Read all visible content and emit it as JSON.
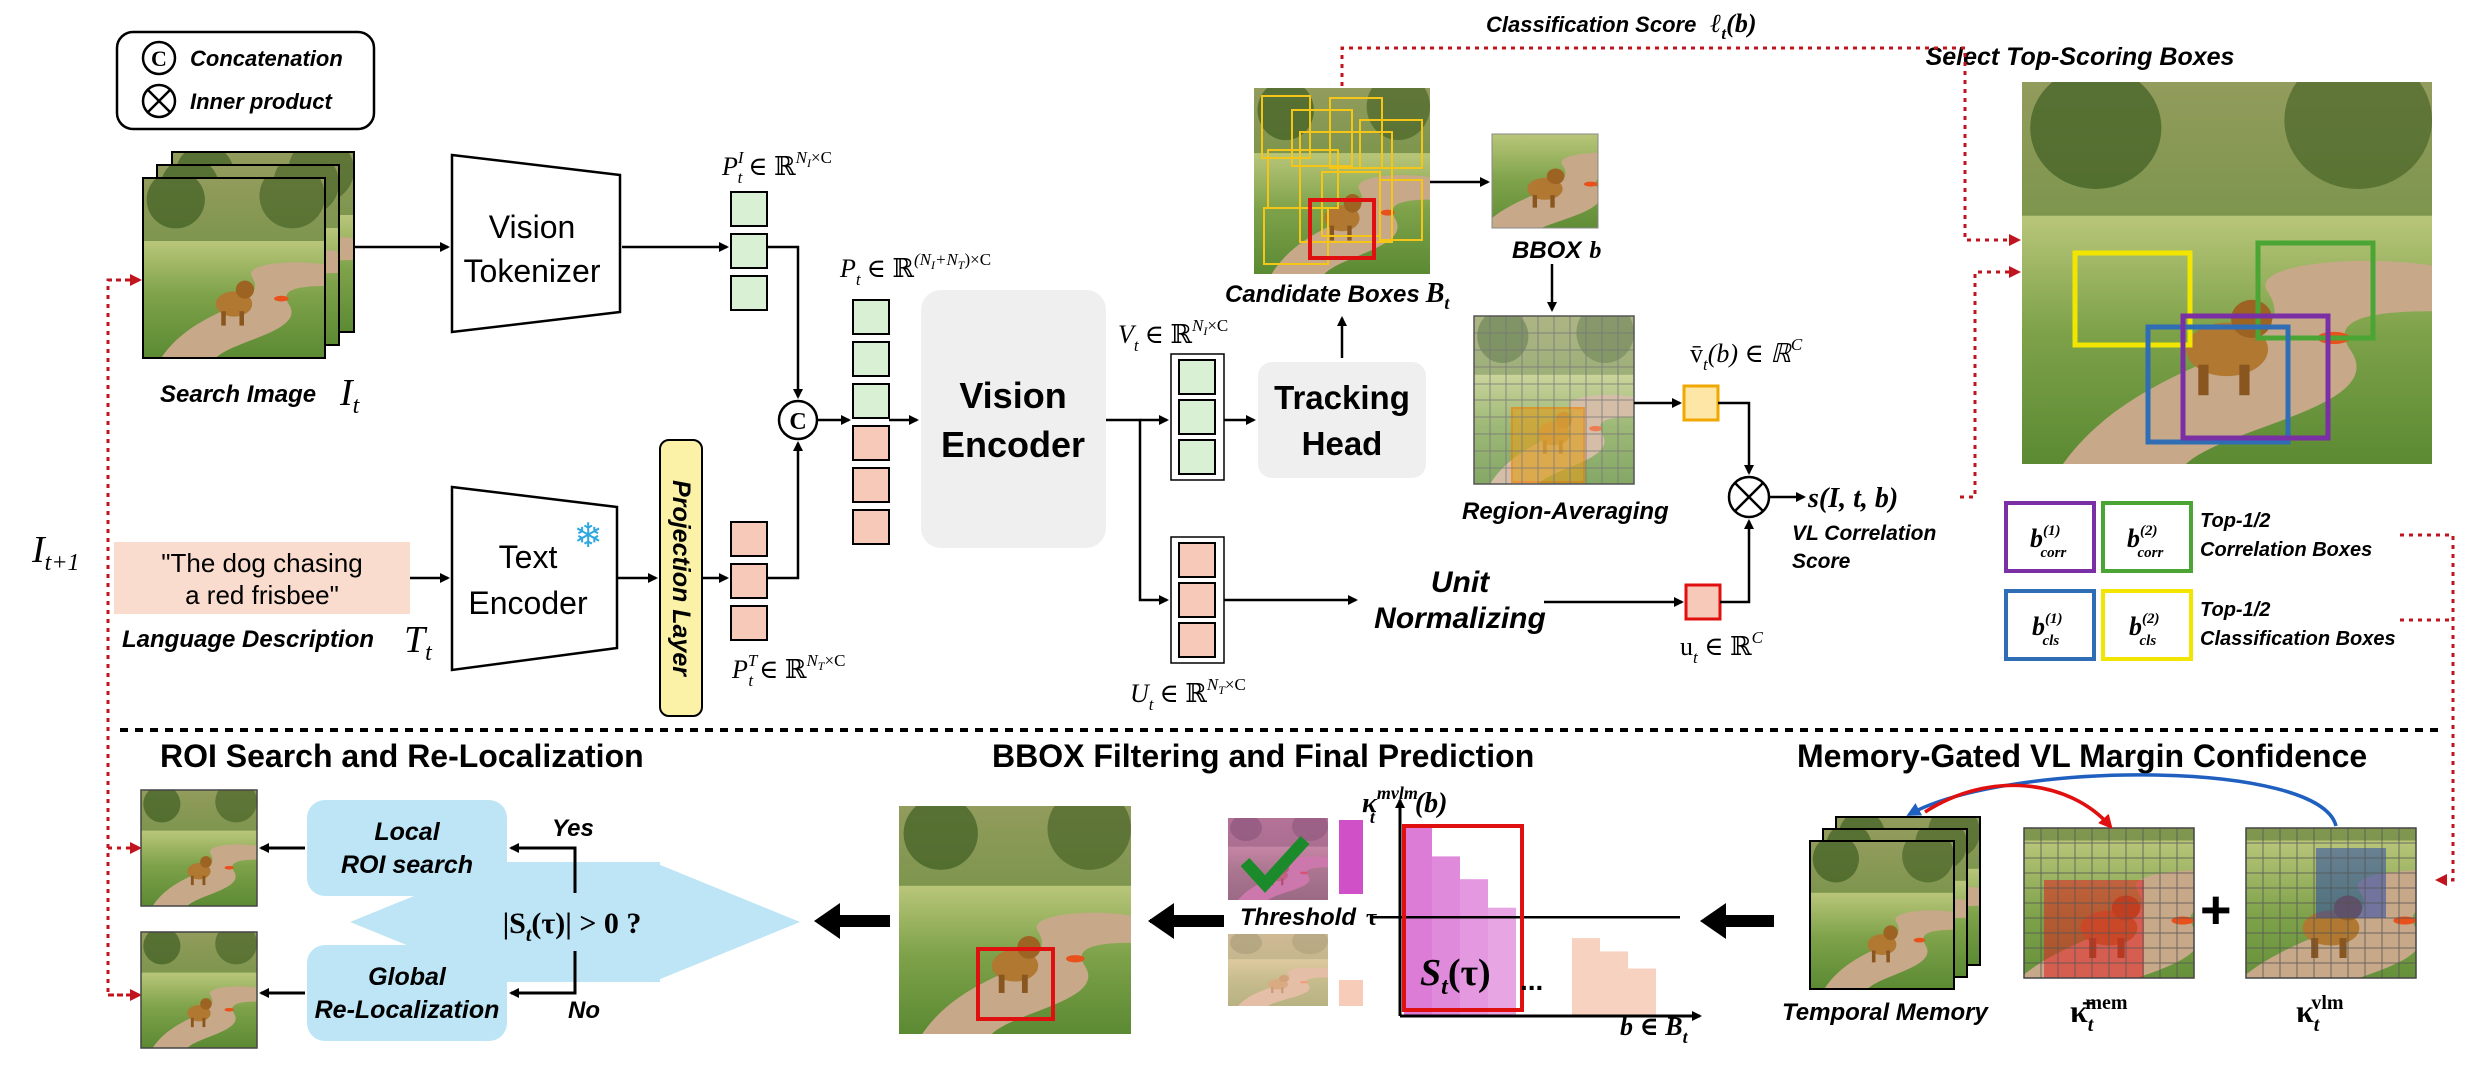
{
  "legend": {
    "concat_symbol": "C",
    "concat_label": "Concatenation",
    "inner_label": "Inner product"
  },
  "inputs": {
    "search_image_label": "Search Image",
    "search_image_var": "I",
    "search_image_sub": "t",
    "next_frame_var": "I",
    "next_frame_sub": "t+1",
    "text_line1": "\"The dog chasing",
    "text_line2": "a red frisbee\"",
    "language_label": "Language Description",
    "text_var": "T",
    "text_sub": "t"
  },
  "modules": {
    "vision_tokenizer_1": "Vision",
    "vision_tokenizer_2": "Tokenizer",
    "text_encoder_1": "Text",
    "text_encoder_2": "Encoder",
    "projection_layer": "Projection Layer",
    "vision_encoder_1": "Vision",
    "vision_encoder_2": "Encoder",
    "tracking_head_1": "Tracking",
    "tracking_head_2": "Head",
    "unit_norm_1": "Unit",
    "unit_norm_2": "Normalizing",
    "concat_symbol": "C"
  },
  "tensors": {
    "p_img": "P",
    "p_img_sup": "I",
    "p_img_sub": "t",
    "p_img_space": "∈ ℝ",
    "p_img_dim": "N",
    "p_img_dim_sub": "I",
    "p_img_dim_c": "×C",
    "p_txt": "P",
    "p_txt_sup": "T",
    "p_txt_sub": "t",
    "p_txt_space": "∈ ℝ",
    "p_txt_dim": "N",
    "p_txt_dim_sub": "T",
    "p_txt_dim_c": "×C",
    "p_all": "P",
    "p_all_sub": "t",
    "p_all_space": "∈ ℝ",
    "p_all_dim1": "(N",
    "p_all_dim1_sub": "I",
    "p_all_dim2": "+N",
    "p_all_dim2_sub": "T",
    "p_all_dim3": ")×C",
    "v": "V",
    "v_sub": "t",
    "v_space": "∈ ℝ",
    "v_dim": "N",
    "v_dim_sub": "I",
    "v_dim_c": "×C",
    "u": "U",
    "u_sub": "t",
    "u_space": "∈ ℝ",
    "u_dim": "N",
    "u_dim_sub": "T",
    "u_dim_c": "×C",
    "vbar": "v̄",
    "vbar_sub": "t",
    "vbar_rest": "(b) ∈ ℝ",
    "vbar_sup": "C",
    "ut": "u",
    "ut_sub": "t",
    "ut_rest": " ∈ ℝ",
    "ut_sup": "C"
  },
  "scores": {
    "cls_label": "Classification Score",
    "cls_var": "ℓ",
    "cls_sub": "t",
    "cls_arg": "(b)",
    "candidate_label": "Candidate Boxes",
    "candidate_var": "B",
    "candidate_sub": "t",
    "bbox_label": "BBOX",
    "bbox_var": "b",
    "region_label": "Region-Averaging",
    "corr_var": "s(I, t, b)",
    "corr_label_1": "VL Correlation",
    "corr_label_2": "Score",
    "select_title": "Select Top-Scoring Boxes"
  },
  "box_legend": {
    "corr1_base": "b",
    "corr1_sup": "(1)",
    "corr1_sub": "corr",
    "corr2_base": "b",
    "corr2_sup": "(2)",
    "corr2_sub": "corr",
    "corr_text_1": "Top-1/2",
    "corr_text_2": "Correlation Boxes",
    "cls1_base": "b",
    "cls1_sup": "(1)",
    "cls1_sub": "cls",
    "cls2_base": "b",
    "cls2_sup": "(2)",
    "cls2_sub": "cls",
    "cls_text_1": "Top-1/2",
    "cls_text_2": "Classification Boxes"
  },
  "bottom": {
    "roi_title": "ROI Search and Re-Localization",
    "filter_title": "BBOX Filtering and Final Prediction",
    "memory_title": "Memory-Gated VL Margin Confidence",
    "local_1": "Local",
    "local_2": "ROI search",
    "global_1": "Global",
    "global_2": "Re-Localization",
    "yes": "Yes",
    "no": "No",
    "cond_left": "|S",
    "cond_sub": "t",
    "cond_right": "(τ)| > 0  ?",
    "threshold_label": "Threshold",
    "threshold_var": "τ",
    "kappa_var": "κ",
    "kappa_sub": "t",
    "kappa_sup": "mvlm",
    "kappa_arg": "(b)",
    "s_var": "S",
    "s_sub": "t",
    "s_arg": "(τ)",
    "ellipsis": "...",
    "x_axis": "b ∈ B",
    "x_axis_sub": "t",
    "temporal_memory": "Temporal Memory",
    "kappa_mem": "κ̄",
    "kappa_mem_sub": "t",
    "kappa_mem_sup": "mem",
    "kappa_vlm": "κ",
    "kappa_vlm_sub": "t",
    "kappa_vlm_sup": "vlm",
    "plus": "+"
  },
  "colors": {
    "green_token": "#d9f0d5",
    "pink_token": "#f7c9b8",
    "gray_box": "#efefef",
    "dotted_red": "#c0141e",
    "yellow_box": "#f2e600",
    "green_box": "#4aa534",
    "blue_box": "#2f6db5",
    "purple_box": "#7a2fa5",
    "light_blue": "#bde5f5",
    "magenta": "#d050c8",
    "peach": "#f7cdb9"
  },
  "chart_data": {
    "type": "bar",
    "title": "",
    "xlabel": "b ∈ Bt",
    "ylabel": "κt^mvlm(b)",
    "threshold": 0.52,
    "values": [
      1.0,
      0.84,
      0.72,
      0.57,
      0.0,
      0.0,
      0.41,
      0.34,
      0.25
    ]
  }
}
